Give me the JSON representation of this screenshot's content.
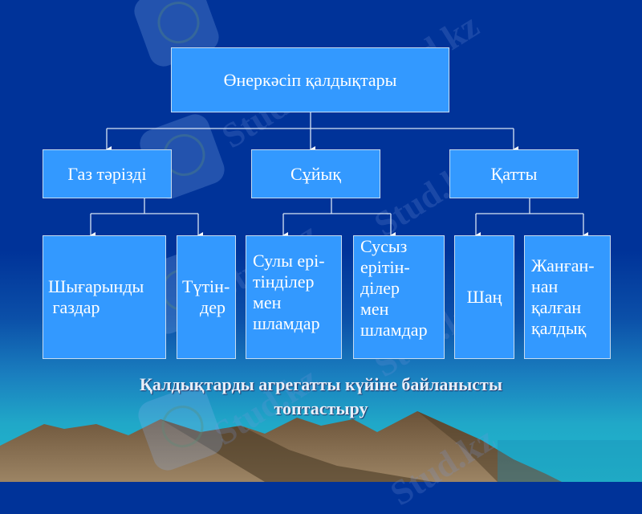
{
  "diagram": {
    "root": {
      "label": "Өнеркәсіп қалдықтары"
    },
    "categories": [
      {
        "label": "Газ тәрізді",
        "children": [
          {
            "lines": [
              "Шығарынды",
              " газдар"
            ]
          },
          {
            "lines": [
              "Түтін-",
              "    дер"
            ]
          }
        ]
      },
      {
        "label": "Сұйық",
        "children": [
          {
            "lines": [
              "Сулы ері-",
              "тінділер",
              "мен",
              "шламдар"
            ]
          },
          {
            "lines": [
              "Сусыз",
              "ерітін-",
              "ділер",
              "мен",
              "шламдар"
            ]
          }
        ]
      },
      {
        "label": "Қатты",
        "children": [
          {
            "lines": [
              "Шаң"
            ]
          },
          {
            "lines": [
              "Жанған-",
              "нан",
              "қалған",
              "қалдық"
            ]
          }
        ]
      }
    ]
  },
  "caption": {
    "line1": "Қалдықтарды агрегатты күйіне байланысты",
    "line2": "топтастыру"
  },
  "watermark": {
    "text": "Stud.kz"
  },
  "colors": {
    "background": "#003399",
    "box_fill": "#3399ff",
    "box_border": "#c8dcf0",
    "text": "#ffffff"
  }
}
